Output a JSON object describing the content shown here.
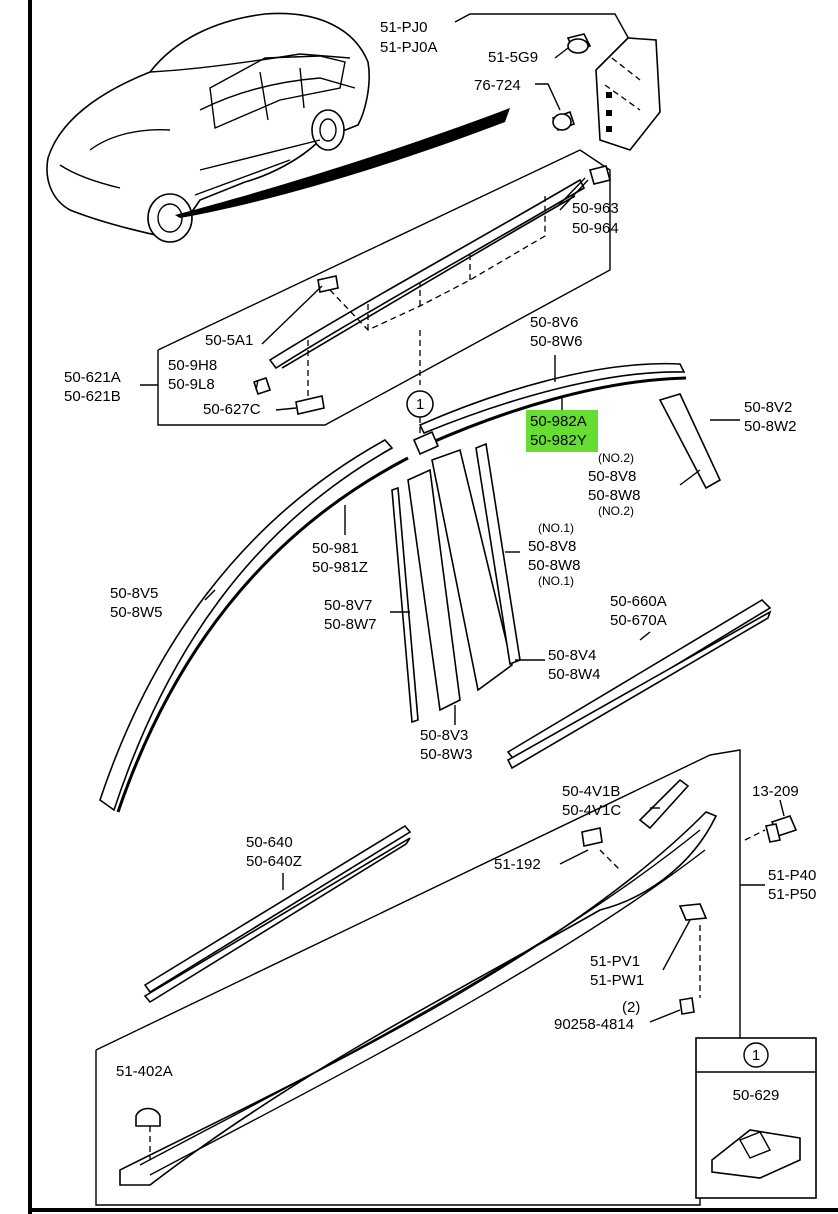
{
  "highlight_color": "#66dd33",
  "labels": {
    "l_51pj0": "51-PJ0",
    "l_51pj0a": "51-PJ0A",
    "l_515g9": "51-5G9",
    "l_76724": "76-724",
    "l_50963": "50-963",
    "l_50964": "50-964",
    "l_505a1": "50-5A1",
    "l_509h8": "50-9H8",
    "l_509l8": "50-9L8",
    "l_50621a": "50-621A",
    "l_50621b": "50-621B",
    "l_50627c": "50-627C",
    "l_508v6": "50-8V6",
    "l_508w6": "50-8W6",
    "l_50982a": "50-982A",
    "l_50982y": "50-982Y",
    "l_508v2": "50-8V2",
    "l_508w2": "50-8W2",
    "l_no2a": "(NO.2)",
    "l_508v8a": "50-8V8",
    "l_508w8a": "50-8W8",
    "l_no2b": "(NO.2)",
    "l_50981": "50-981",
    "l_50981z": "50-981Z",
    "l_no1a": "(NO.1)",
    "l_508v8b": "50-8V8",
    "l_508w8b": "50-8W8",
    "l_no1b": "(NO.1)",
    "l_508v5": "50-8V5",
    "l_508w5": "50-8W5",
    "l_508v7": "50-8V7",
    "l_508w7": "50-8W7",
    "l_50660a": "50-660A",
    "l_50670a": "50-670A",
    "l_508v4": "50-8V4",
    "l_508w4": "50-8W4",
    "l_508v3": "50-8V3",
    "l_508w3": "50-8W3",
    "l_504v1b": "50-4V1B",
    "l_504v1c": "50-4V1C",
    "l_13209": "13-209",
    "l_50640": "50-640",
    "l_50640z": "50-640Z",
    "l_51192": "51-192",
    "l_51p40": "51-P40",
    "l_51p50": "51-P50",
    "l_51pv1": "51-PV1",
    "l_51pw1": "51-PW1",
    "l_qty2": "(2)",
    "l_90258": "90258-4814",
    "l_51402a": "51-402A",
    "l_circ1": "1",
    "l_inset_circ": "1",
    "l_50629": "50-629"
  }
}
